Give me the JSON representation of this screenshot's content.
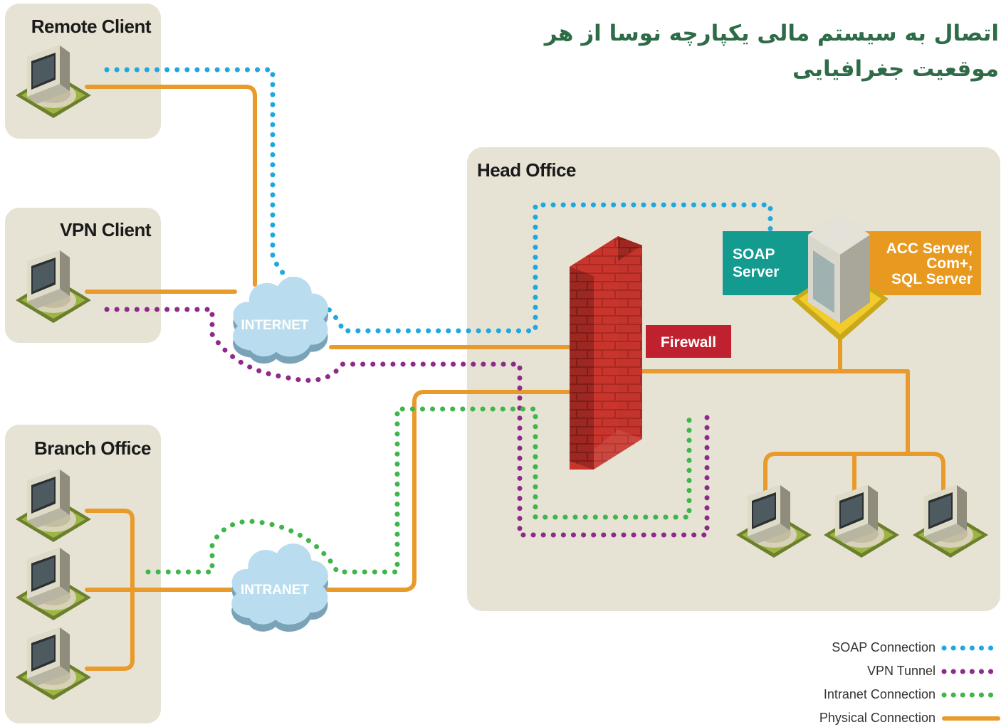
{
  "title": "اتصال به سیستم مالی یکپارچه نوسا از هر موقعیت جغرافیایی",
  "zones": {
    "remote_client": "Remote Client",
    "vpn_client": "VPN Client",
    "branch_office": "Branch Office",
    "head_office": "Head Office"
  },
  "clouds": {
    "internet": "INTERNET",
    "intranet": "INTRANET"
  },
  "tags": {
    "firewall": "Firewall",
    "soap_line1": "SOAP",
    "soap_line2": "Server",
    "acc_line1": "ACC Server,",
    "acc_line2": "Com+,",
    "acc_line3": "SQL Server"
  },
  "legend": [
    {
      "label": "SOAP Connection",
      "color": "#1fa8e0",
      "style": "dotted"
    },
    {
      "label": "VPN Tunnel",
      "color": "#8e2a8a",
      "style": "dotted"
    },
    {
      "label": "Intranet Connection",
      "color": "#3fb54a",
      "style": "dotted"
    },
    {
      "label": "Physical Connection",
      "color": "#e89a2a",
      "style": "solid"
    }
  ],
  "colors": {
    "zone_fill": "#e6e3d4",
    "physical": "#e89a2a",
    "soap": "#1fa8e0",
    "vpn": "#8e2a8a",
    "intranet": "#3fb54a",
    "firewall_tag": "#c0212f",
    "soap_tag": "#139b8f",
    "acc_tag": "#e8991f",
    "title": "#2e6b47"
  },
  "icons": {
    "workstation": "computer-workstation-icon",
    "server": "server-tower-icon",
    "firewall": "brick-firewall-icon",
    "cloud": "network-cloud-icon"
  }
}
